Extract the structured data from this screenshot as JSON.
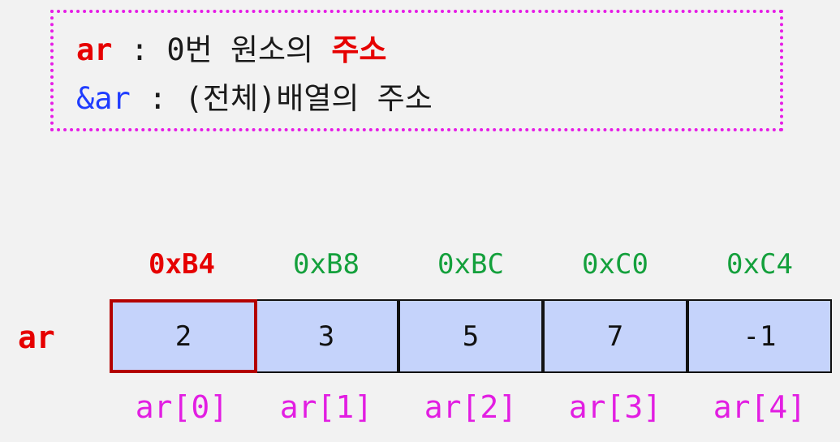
{
  "note": {
    "line1": {
      "name": "ar",
      "sep": " : 0번 원소의 ",
      "emph": "주소"
    },
    "line2": {
      "name": "&ar",
      "sep": " : (전체)배열의 주소"
    }
  },
  "array": {
    "label": "ar",
    "addresses": [
      "0xB4",
      "0xB8",
      "0xBC",
      "0xC0",
      "0xC4"
    ],
    "values": [
      "2",
      "3",
      "5",
      "7",
      "-1"
    ],
    "indices": [
      "ar[0]",
      "ar[1]",
      "ar[2]",
      "ar[3]",
      "ar[4]"
    ]
  },
  "colors": {
    "highlight": "#e60000",
    "address": "#14a03c",
    "index": "#e21ee2",
    "cell_fill": "#c5d3fb",
    "note_border": "#e61ee6",
    "ref": "#1f3cff"
  }
}
